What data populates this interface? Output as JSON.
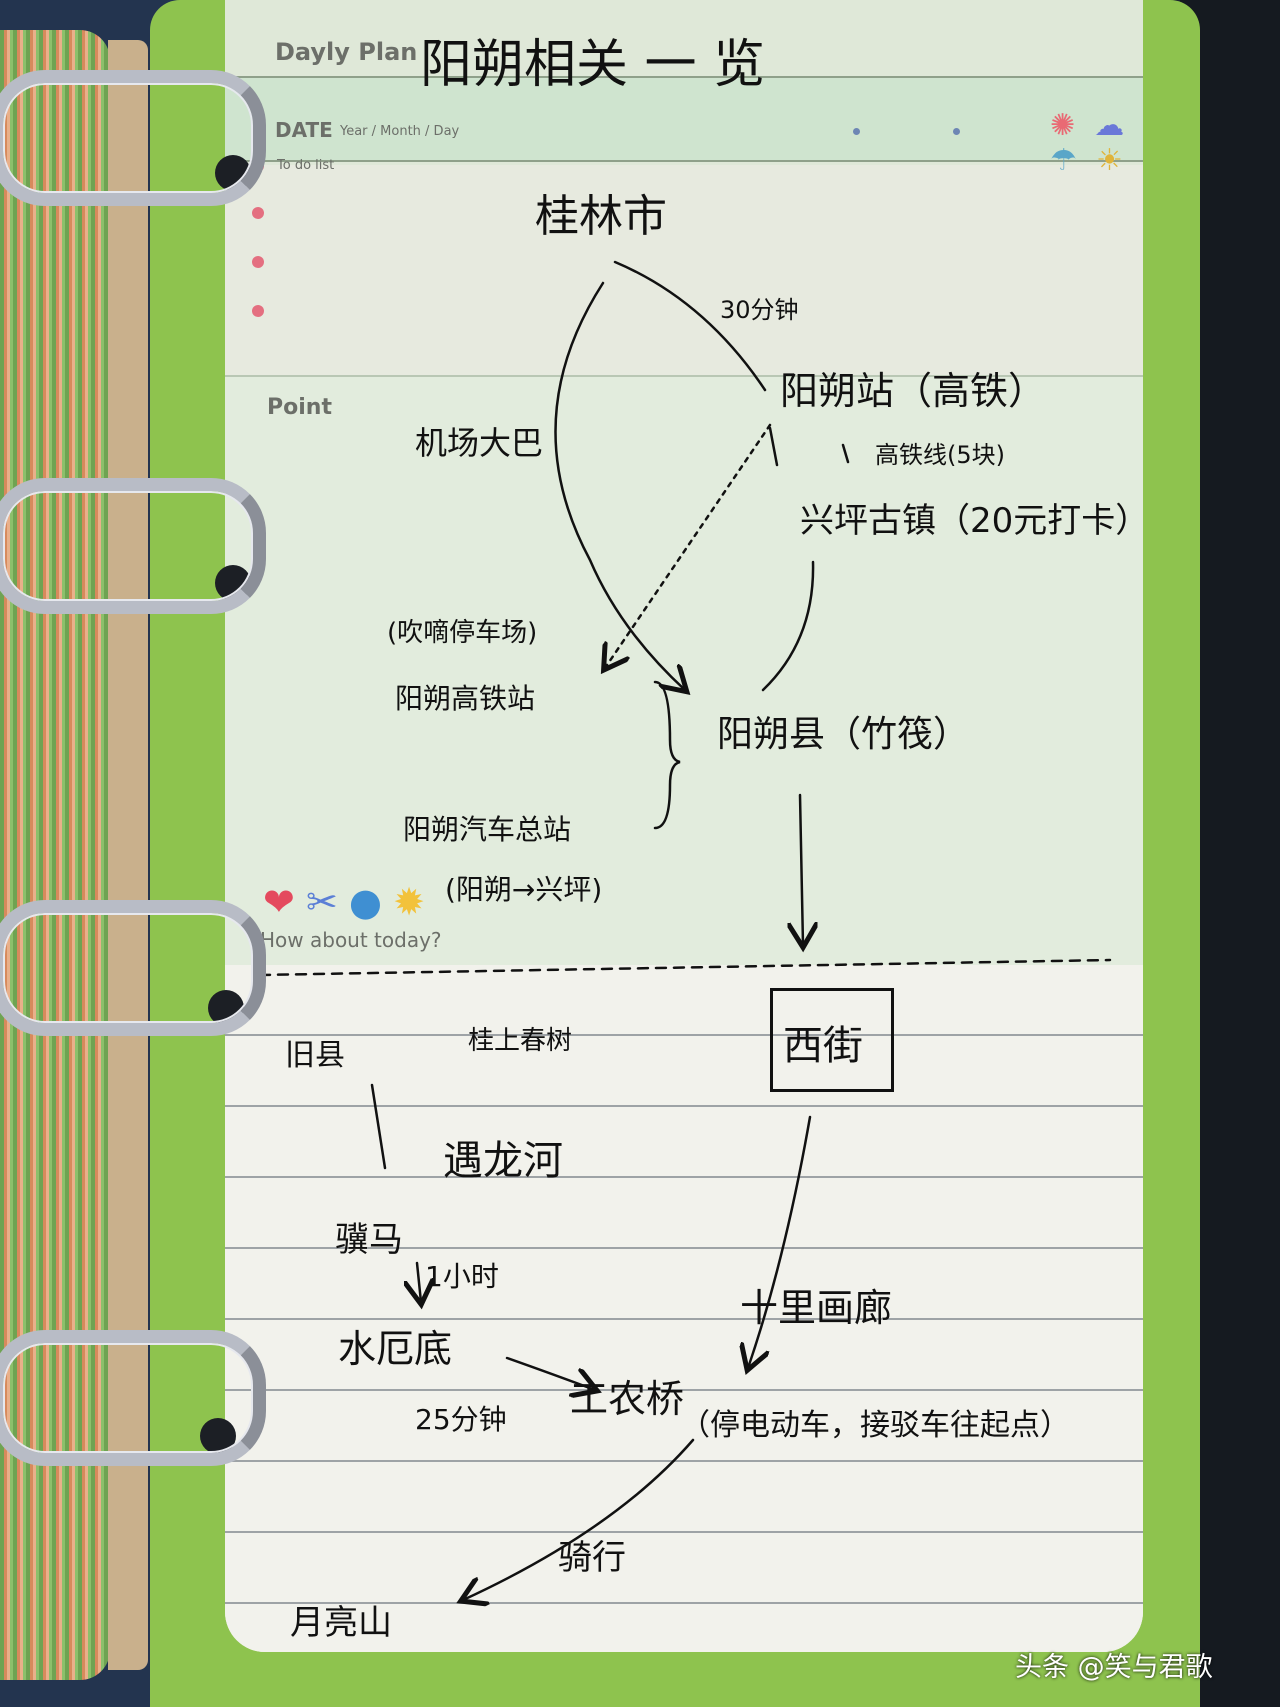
{
  "header": {
    "plan_label": "Dayly  Plan",
    "title": "阳朔相关 一 览",
    "date_label": "DATE",
    "date_sub": "Year / Month / Day"
  },
  "todo": {
    "label": "To do list"
  },
  "point": {
    "label": "Point"
  },
  "footer_prompt": {
    "label": "How about today?"
  },
  "icons": {
    "weather": [
      "sun-icon",
      "cloud-icon",
      "rain-icon",
      "sunny-icon"
    ],
    "stickers": [
      "heart-icon",
      "scissors-icon",
      "apple-icon",
      "lightbulb-icon"
    ]
  },
  "map": {
    "guilin": "桂林市",
    "time_30": "30分钟",
    "yangshuo_station": "阳朔站（高铁）",
    "airport_bus": "机场大巴",
    "hsr_line": "高铁线(5块)",
    "xingping": "兴坪古镇（20元打卡）",
    "parking": "(吹嘀停车场)",
    "hsr_stop": "阳朔高铁站",
    "yangshuo_county": "阳朔县（竹筏）",
    "bus_station": "阳朔汽车总站",
    "bus_route": "(阳朔→兴坪)",
    "west_street": "西街",
    "old_county": "旧县",
    "guilai_tree": "桂上春树",
    "yulong_river": "遇龙河",
    "jima": "骥马",
    "one_hour": "1小时",
    "shuidi": "水厄底",
    "ten_mile": "十里画廊",
    "gongnong": "工农桥",
    "min_25": "25分钟",
    "gongnong_note": "（停电动车，接驳车往起点）",
    "cycling": "骑行",
    "moon_hill": "月亮山"
  },
  "watermark": {
    "text": "头条 @笑与君歌"
  },
  "colors": {
    "board": "#8ec34e",
    "paper": "#eaefe2",
    "dot": "#e46f80"
  }
}
